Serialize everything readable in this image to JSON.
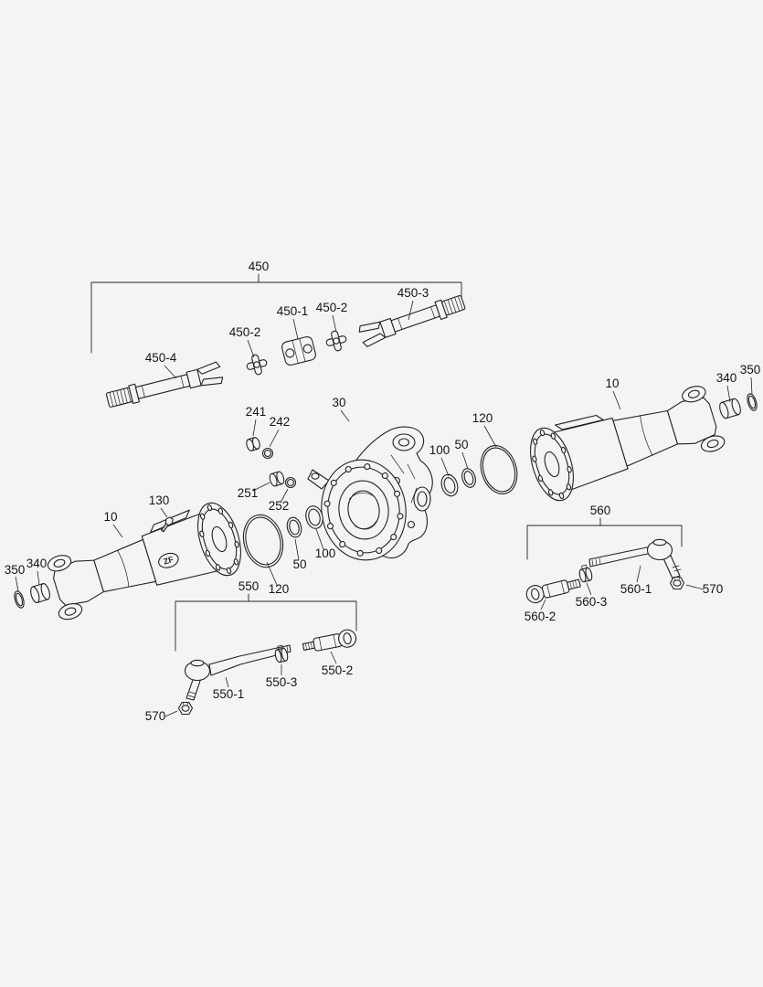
{
  "page": {
    "background": "#f4f4f5"
  },
  "diagram": {
    "type": "exploded-parts-diagram",
    "subject": "front axle housing assembly",
    "brand_badge": "ZF",
    "colors": {
      "line": "#232323",
      "label": "#161616",
      "background": "#f4f4f5"
    },
    "labels": {
      "group_450": "450",
      "part_450_1": "450-1",
      "part_450_2_left": "450-2",
      "part_450_2_right": "450-2",
      "part_450_3": "450-3",
      "part_450_4": "450-4",
      "part_10_right": "10",
      "part_340_right": "340",
      "part_350_right": "350",
      "part_30": "30",
      "part_241": "241",
      "part_242": "242",
      "part_120_right": "120",
      "part_100_right": "100",
      "part_50_right": "50",
      "part_130": "130",
      "part_251": "251",
      "part_252": "252",
      "part_10_left": "10",
      "part_340_left": "340",
      "part_350_left": "350",
      "part_120_left": "120",
      "part_50_left": "50",
      "part_100_left": "100",
      "group_550": "550",
      "part_550_1": "550-1",
      "part_550_2": "550-2",
      "part_550_3": "550-3",
      "part_570_left": "570",
      "group_560": "560",
      "part_560_1": "560-1",
      "part_560_2": "560-2",
      "part_560_3": "560-3",
      "part_570_right": "570"
    }
  }
}
